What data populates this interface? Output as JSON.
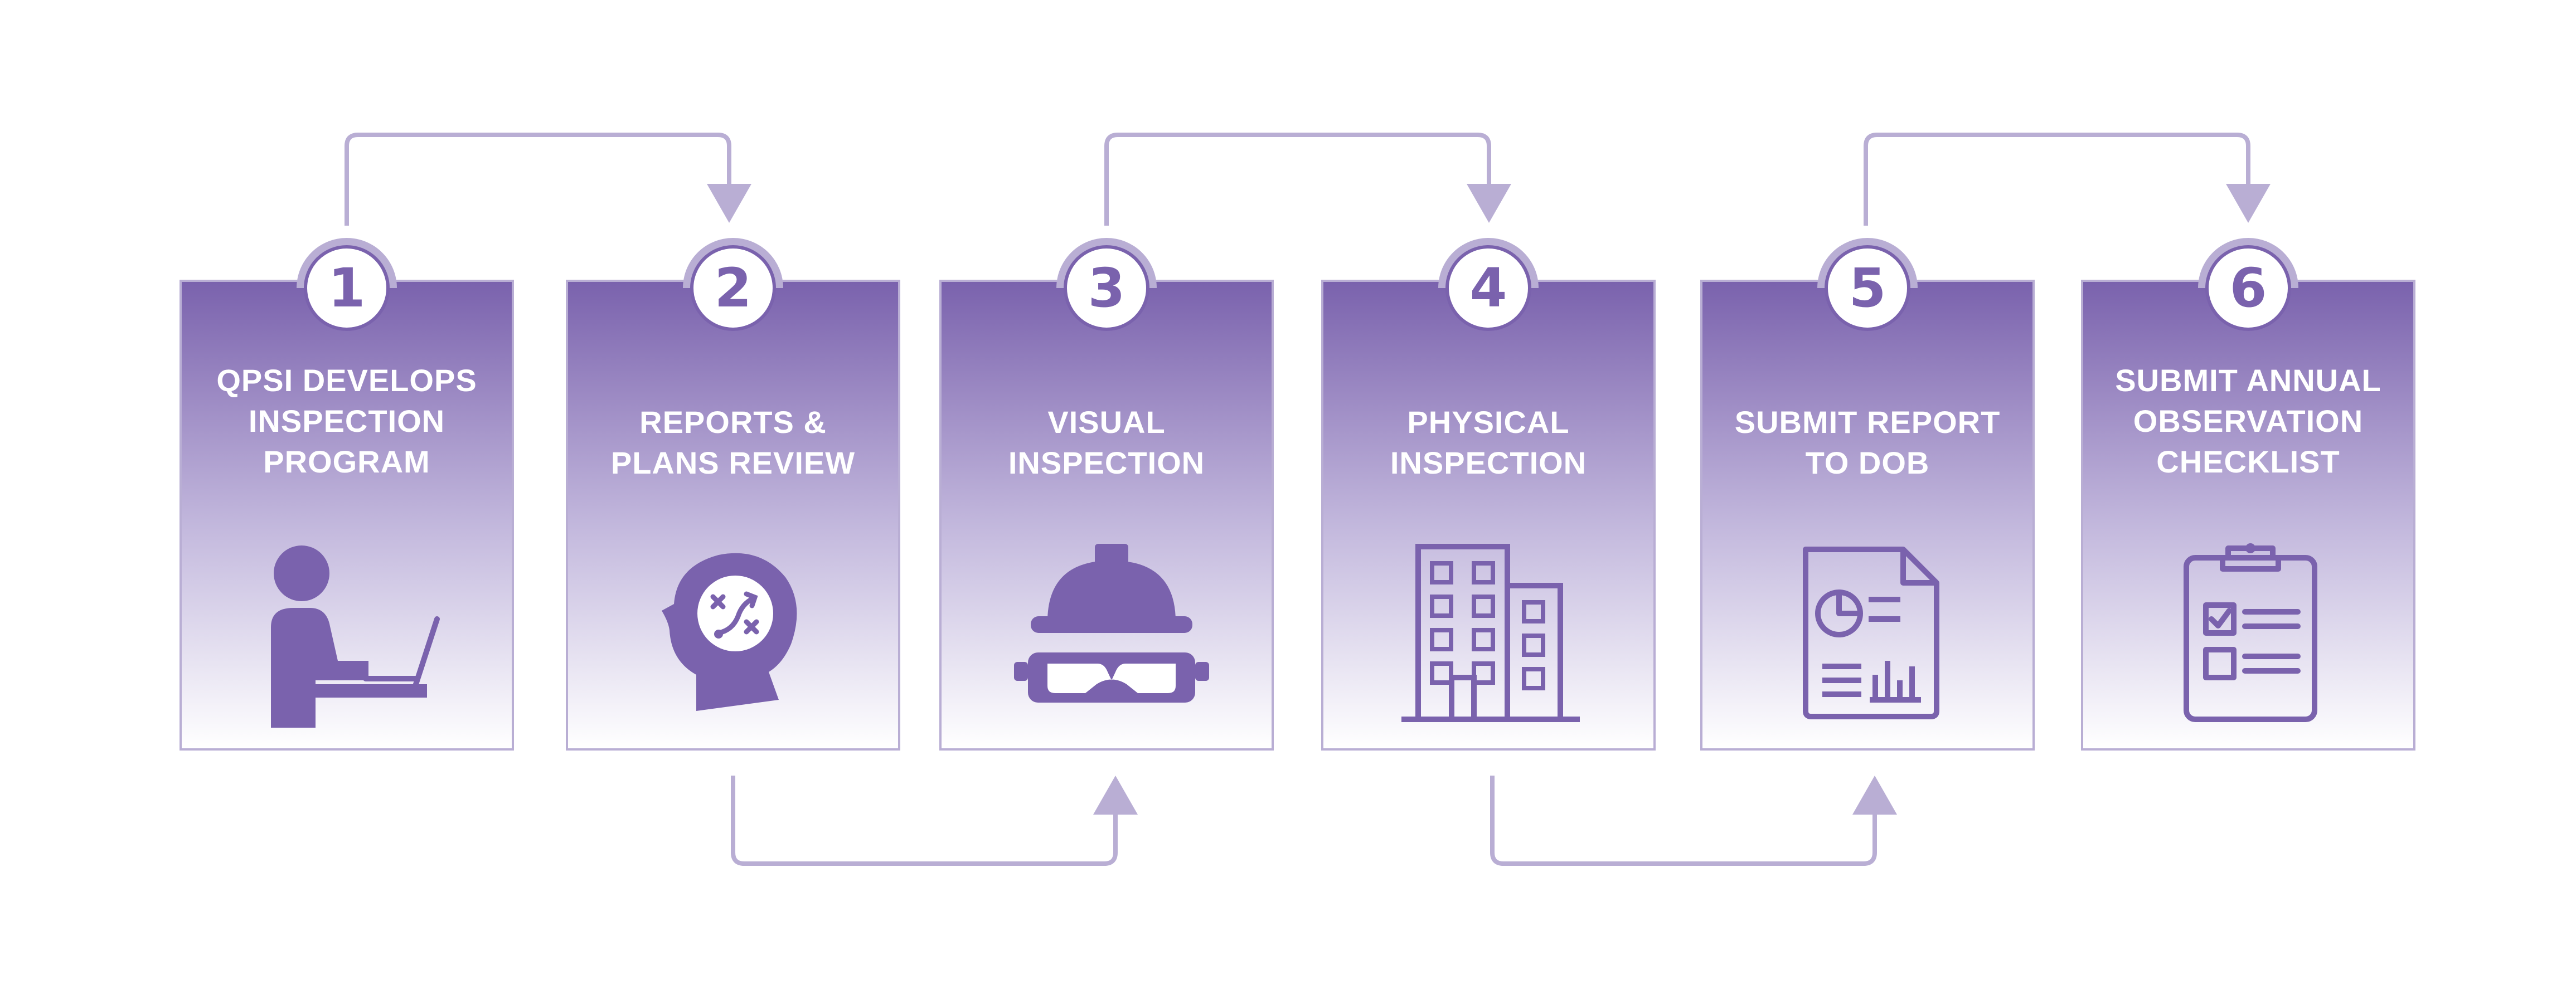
{
  "colors": {
    "accent": "#7a62ad",
    "accent_light": "#b9aed4",
    "connector": "#b9aed4",
    "text_on_card": "#ffffff"
  },
  "steps": [
    {
      "number": "1",
      "title": "QPSI DEVELOPS\nINSPECTION\nPROGRAM",
      "icon": "person-laptop-icon"
    },
    {
      "number": "2",
      "title": "REPORTS &\nPLANS REVIEW",
      "icon": "head-strategy-icon"
    },
    {
      "number": "3",
      "title": "VISUAL\nINSPECTION",
      "icon": "hardhat-goggles-icon"
    },
    {
      "number": "4",
      "title": "PHYSICAL\nINSPECTION",
      "icon": "building-icon"
    },
    {
      "number": "5",
      "title": "SUBMIT REPORT\nTO DOB",
      "icon": "report-document-icon"
    },
    {
      "number": "6",
      "title": "SUBMIT ANNUAL\nOBSERVATION\nCHECKLIST",
      "icon": "clipboard-checklist-icon"
    }
  ]
}
